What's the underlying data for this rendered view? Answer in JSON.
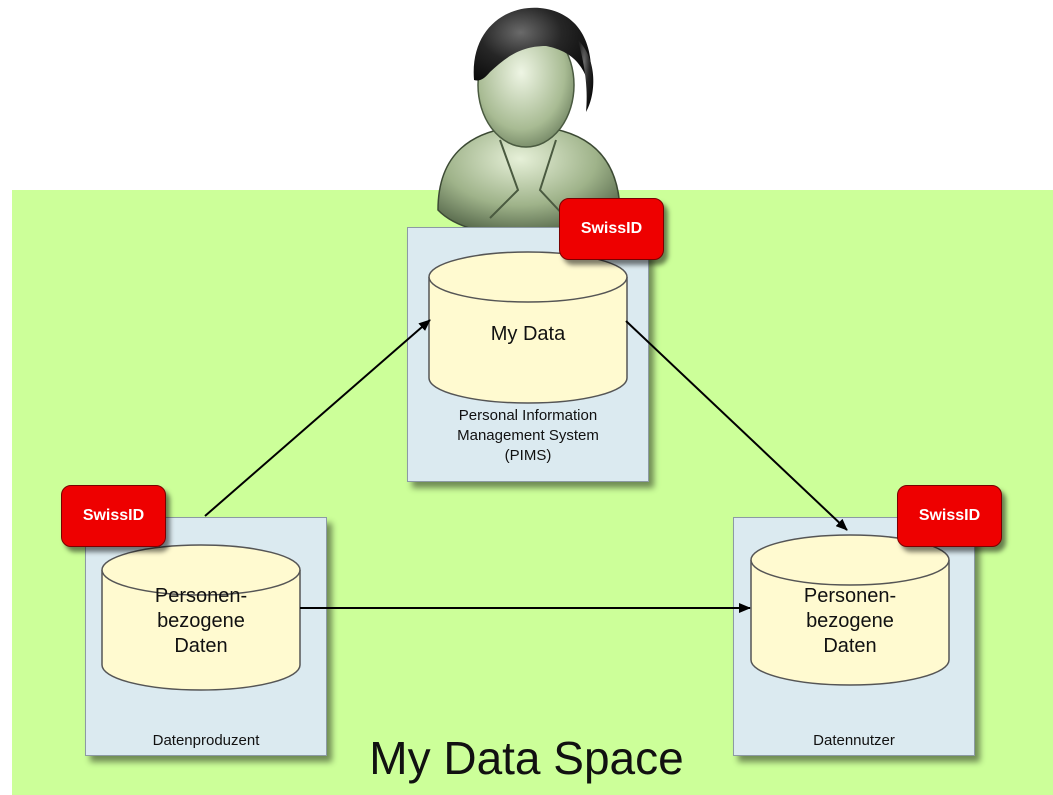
{
  "title": "My Data Space",
  "colors": {
    "space_background": "#ccff99",
    "system_box": "#dbeaf0",
    "database": "#fffad0",
    "badge": "#ee0000"
  },
  "user": {
    "icon": "user-avatar-icon"
  },
  "pims": {
    "badge": "SwissID",
    "database_label": "My Data",
    "caption": [
      "Personal Information",
      "Management System",
      "(PIMS)"
    ]
  },
  "producer": {
    "badge": "SwissID",
    "database_label": [
      "Personen-",
      "bezogene",
      "Daten"
    ],
    "caption": "Datenproduzent"
  },
  "consumer": {
    "badge": "SwissID",
    "database_label": [
      "Personen-",
      "bezogene",
      "Daten"
    ],
    "caption": "Datennutzer"
  }
}
